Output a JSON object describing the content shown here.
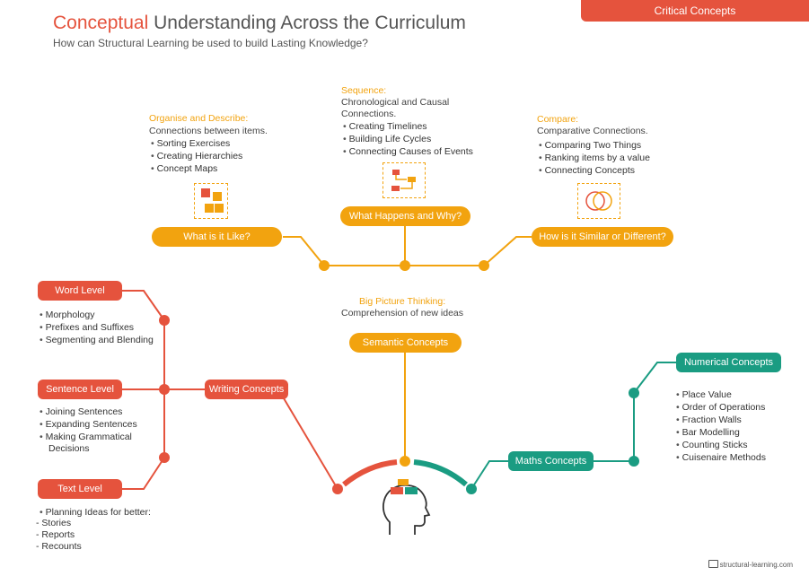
{
  "header": {
    "title_accent": "Conceptual",
    "title_rest": "Understanding Across the Curriculum",
    "subtitle": "How can Structural Learning be used to build Lasting Knowledge?",
    "tab_label": "Critical Concepts"
  },
  "colors": {
    "orange": "#f2a30f",
    "red": "#e5533d",
    "green": "#1a9c82"
  },
  "organise": {
    "heading": "Organise and Describe:",
    "desc": "Connections between items.",
    "items": [
      "Sorting Exercises",
      "Creating Hierarchies",
      "Concept Maps"
    ],
    "pill": "What is it Like?",
    "icon": "sort-blocks-icon"
  },
  "sequence": {
    "heading": "Sequence:",
    "desc1": "Chronological and Causal",
    "desc2": "Connections.",
    "items": [
      "Creating Timelines",
      "Building Life Cycles",
      "Connecting Causes of Events"
    ],
    "pill": "What Happens and Why?",
    "icon": "flowchart-icon"
  },
  "compare": {
    "heading": "Compare:",
    "desc": "Comparative Connections.",
    "items": [
      "Comparing Two Things",
      "Ranking items by a value",
      "Connecting Concepts"
    ],
    "pill": "How is it Similar or Different?",
    "icon": "venn-diagram-icon"
  },
  "bigpicture": {
    "heading": "Big Picture Thinking:",
    "desc_a": "Comprehension of ",
    "desc_b": "new ideas",
    "pill": "Semantic Concepts"
  },
  "writing": {
    "pill": "Writing Concepts",
    "word": {
      "label": "Word Level",
      "items": [
        "Morphology",
        "Prefixes and Suffixes",
        "Segmenting and Blending"
      ]
    },
    "sentence": {
      "label": "Sentence Level",
      "items": [
        "Joining Sentences",
        "Expanding Sentences",
        "Making Grammatical"
      ],
      "cont": "Decisions"
    },
    "text": {
      "label": "Text Level",
      "first": "Planning Ideas for better:",
      "items": [
        "- Stories",
        "- Reports",
        "- Recounts"
      ]
    }
  },
  "maths": {
    "pill": "Maths Concepts",
    "numerical": {
      "label": "Numerical Concepts",
      "items": [
        "Place Value",
        "Order of Operations",
        "Fraction Walls",
        "Bar Modelling",
        "Counting Sticks",
        "Cuisenaire Methods"
      ]
    }
  },
  "center_icon": "head-with-blocks-icon",
  "footer": {
    "text": "structural-learning.com",
    "icon": "monitor-icon"
  }
}
